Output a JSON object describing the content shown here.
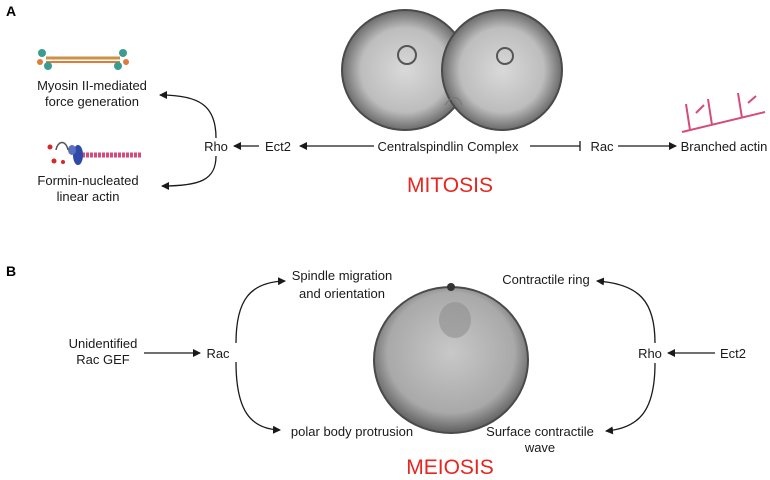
{
  "panel_a": {
    "letter": "A",
    "myosin_label": [
      "Myosin II-mediated",
      "force generation"
    ],
    "formin_label": [
      "Formin-nucleated",
      "linear actin"
    ],
    "rho": "Rho",
    "ect2": "Ect2",
    "centralspindlin": "Centralspindlin Complex",
    "rac": "Rac",
    "branched_actin": "Branched actin",
    "title": "MITOSIS"
  },
  "panel_b": {
    "letter": "B",
    "spindle_label": [
      "Spindle migration",
      "and orientation"
    ],
    "contractile_ring": "Contractile ring",
    "unidentified_label": [
      "Unidentified",
      "Rac GEF"
    ],
    "rac": "Rac",
    "rho": "Rho",
    "ect2": "Ect2",
    "polar_body": "polar body protrusion",
    "surface_wave": [
      "Surface contractile",
      "wave"
    ],
    "title": "MEIOSIS"
  },
  "colors": {
    "title_red": "#e8261f",
    "arrow": "#1a1a1a",
    "cell_gray": "#9a9a9a",
    "actin_pink": "#d64b78",
    "myosin_orange": "#e07b39",
    "formin_blue": "#2e4aa8"
  }
}
